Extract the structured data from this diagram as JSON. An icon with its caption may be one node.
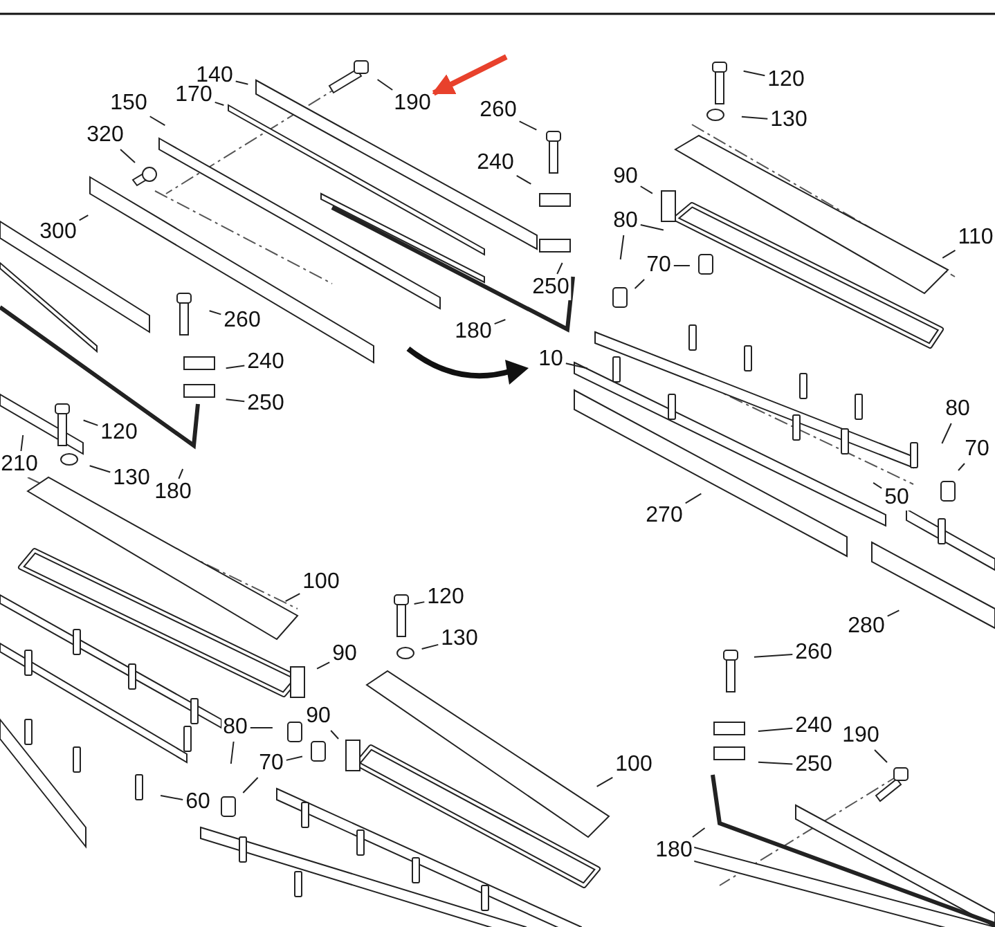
{
  "diagram": {
    "nodes": [
      {
        "text": [
          "140"
        ]
      },
      {
        "text": [
          "190"
        ]
      },
      {
        "text": [
          "170"
        ]
      },
      {
        "text": [
          "150"
        ]
      },
      {
        "text": [
          "120"
        ]
      },
      {
        "text": [
          "260"
        ]
      },
      {
        "text": [
          "130"
        ]
      },
      {
        "text": [
          "320"
        ]
      },
      {
        "text": [
          "240"
        ]
      },
      {
        "text": [
          "90"
        ]
      },
      {
        "text": [
          "80"
        ]
      },
      {
        "text": [
          "300"
        ]
      },
      {
        "text": [
          "110"
        ]
      },
      {
        "text": [
          "70"
        ]
      },
      {
        "text": [
          "250"
        ]
      },
      {
        "text": [
          "180"
        ]
      },
      {
        "text": [
          "260"
        ]
      },
      {
        "text": [
          "240"
        ]
      },
      {
        "text": [
          "10"
        ]
      },
      {
        "text": [
          "250"
        ]
      },
      {
        "text": [
          "80"
        ]
      },
      {
        "text": [
          "120"
        ]
      },
      {
        "text": [
          "70"
        ]
      },
      {
        "text": [
          "210"
        ]
      },
      {
        "text": [
          "130"
        ]
      },
      {
        "text": [
          "180"
        ]
      },
      {
        "text": [
          "50"
        ]
      },
      {
        "text": [
          "270"
        ]
      },
      {
        "text": [
          "100"
        ]
      },
      {
        "text": [
          "120"
        ]
      },
      {
        "text": [
          "130"
        ]
      },
      {
        "text": [
          "90"
        ]
      },
      {
        "text": [
          "280"
        ]
      },
      {
        "text": [
          "260"
        ]
      },
      {
        "text": [
          "90"
        ]
      },
      {
        "text": [
          "80"
        ]
      },
      {
        "text": [
          "240"
        ]
      },
      {
        "text": [
          "190"
        ]
      },
      {
        "text": [
          "70"
        ]
      },
      {
        "text": [
          "250"
        ]
      },
      {
        "text": [
          "100"
        ]
      },
      {
        "text": [
          "60"
        ]
      },
      {
        "text": [
          "180"
        ]
      }
    ],
    "edges": [
      {
        "from": 0,
        "to": null,
        "arrow": "none"
      },
      {
        "from": 1,
        "to": null,
        "arrow": "none"
      },
      {
        "from": 2,
        "to": null,
        "arrow": "none"
      },
      {
        "from": 3,
        "to": null,
        "arrow": "none"
      },
      {
        "from": 4,
        "to": null,
        "arrow": "none"
      },
      {
        "from": 5,
        "to": null,
        "arrow": "none"
      },
      {
        "from": 6,
        "to": null,
        "arrow": "none"
      },
      {
        "from": 7,
        "to": null,
        "arrow": "none"
      },
      {
        "from": 8,
        "to": null,
        "arrow": "none"
      },
      {
        "from": 9,
        "to": null,
        "arrow": "none"
      },
      {
        "from": 10,
        "to": null,
        "arrow": "none"
      },
      {
        "from": 10,
        "to": null,
        "arrow": "none"
      },
      {
        "from": 11,
        "to": null,
        "arrow": "none"
      },
      {
        "from": 12,
        "to": null,
        "arrow": "none"
      },
      {
        "from": 13,
        "to": null,
        "arrow": "none"
      },
      {
        "from": 13,
        "to": null,
        "arrow": "none"
      },
      {
        "from": 14,
        "to": null,
        "arrow": "none"
      },
      {
        "from": 15,
        "to": null,
        "arrow": "none"
      },
      {
        "from": 16,
        "to": null,
        "arrow": "none"
      },
      {
        "from": 17,
        "to": null,
        "arrow": "none"
      },
      {
        "from": 18,
        "to": null,
        "arrow": "none"
      },
      {
        "from": 19,
        "to": null,
        "arrow": "none"
      },
      {
        "from": 20,
        "to": null,
        "arrow": "none"
      },
      {
        "from": 21,
        "to": null,
        "arrow": "none"
      },
      {
        "from": 22,
        "to": null,
        "arrow": "none"
      },
      {
        "from": 23,
        "to": null,
        "arrow": "none"
      },
      {
        "from": 24,
        "to": null,
        "arrow": "none"
      },
      {
        "from": 25,
        "to": null,
        "arrow": "none"
      },
      {
        "from": 26,
        "to": null,
        "arrow": "none"
      },
      {
        "from": 27,
        "to": null,
        "arrow": "none"
      },
      {
        "from": 28,
        "to": null,
        "arrow": "none"
      },
      {
        "from": 29,
        "to": null,
        "arrow": "none"
      },
      {
        "from": 30,
        "to": null,
        "arrow": "none"
      },
      {
        "from": 31,
        "to": null,
        "arrow": "none"
      },
      {
        "from": 32,
        "to": null,
        "arrow": "none"
      },
      {
        "from": 33,
        "to": null,
        "arrow": "none"
      },
      {
        "from": 34,
        "to": null,
        "arrow": "none"
      },
      {
        "from": 35,
        "to": null,
        "arrow": "none"
      },
      {
        "from": 35,
        "to": null,
        "arrow": "none"
      },
      {
        "from": 36,
        "to": null,
        "arrow": "none"
      },
      {
        "from": 37,
        "to": null,
        "arrow": "none"
      },
      {
        "from": 38,
        "to": null,
        "arrow": "none"
      },
      {
        "from": 38,
        "to": null,
        "arrow": "none"
      },
      {
        "from": 39,
        "to": null,
        "arrow": "none"
      },
      {
        "from": 40,
        "to": null,
        "arrow": "none"
      },
      {
        "from": 41,
        "to": null,
        "arrow": "none"
      },
      {
        "from": 42,
        "to": null,
        "arrow": "none"
      },
      {
        "from": null,
        "to": 1,
        "arrow": "to",
        "style": "thick",
        "color": "#e8412c"
      }
    ]
  }
}
